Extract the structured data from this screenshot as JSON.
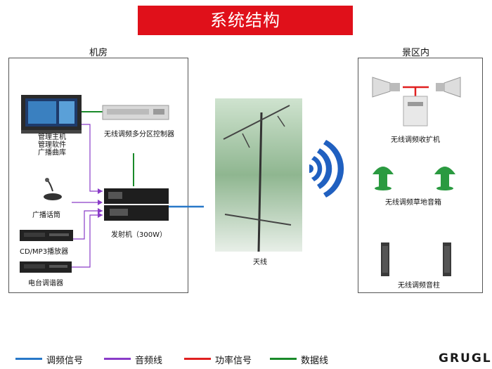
{
  "title": "系统结构",
  "sections": {
    "machine_room": "机房",
    "scenic_area": "景区内"
  },
  "devices": {
    "main_host": [
      "管理主机",
      "管理软件",
      "广播曲库"
    ],
    "controller": "无线调频多分区控制器",
    "microphone": "广播话筒",
    "cd_player": "CD/MP3播放器",
    "tuner": "电台调谐器",
    "transmitter": "发射机（300W）",
    "antenna": "天线",
    "receiver_amp": "无线调频收扩机",
    "lawn_speaker": "无线调频草地音箱",
    "column_speaker": "无线调频音柱"
  },
  "legend": [
    {
      "label": "调频信号",
      "color": "#2878c8"
    },
    {
      "label": "音频线",
      "color": "#8a3cc8"
    },
    {
      "label": "功率信号",
      "color": "#e02020"
    },
    {
      "label": "数据线",
      "color": "#1a8a2a"
    }
  ],
  "brand": "GRUGL",
  "colors": {
    "title_bg": "#e0101a",
    "fm": "#2878c8",
    "audio": "#8a3cc8",
    "power": "#e02020",
    "data": "#1a8a2a"
  }
}
